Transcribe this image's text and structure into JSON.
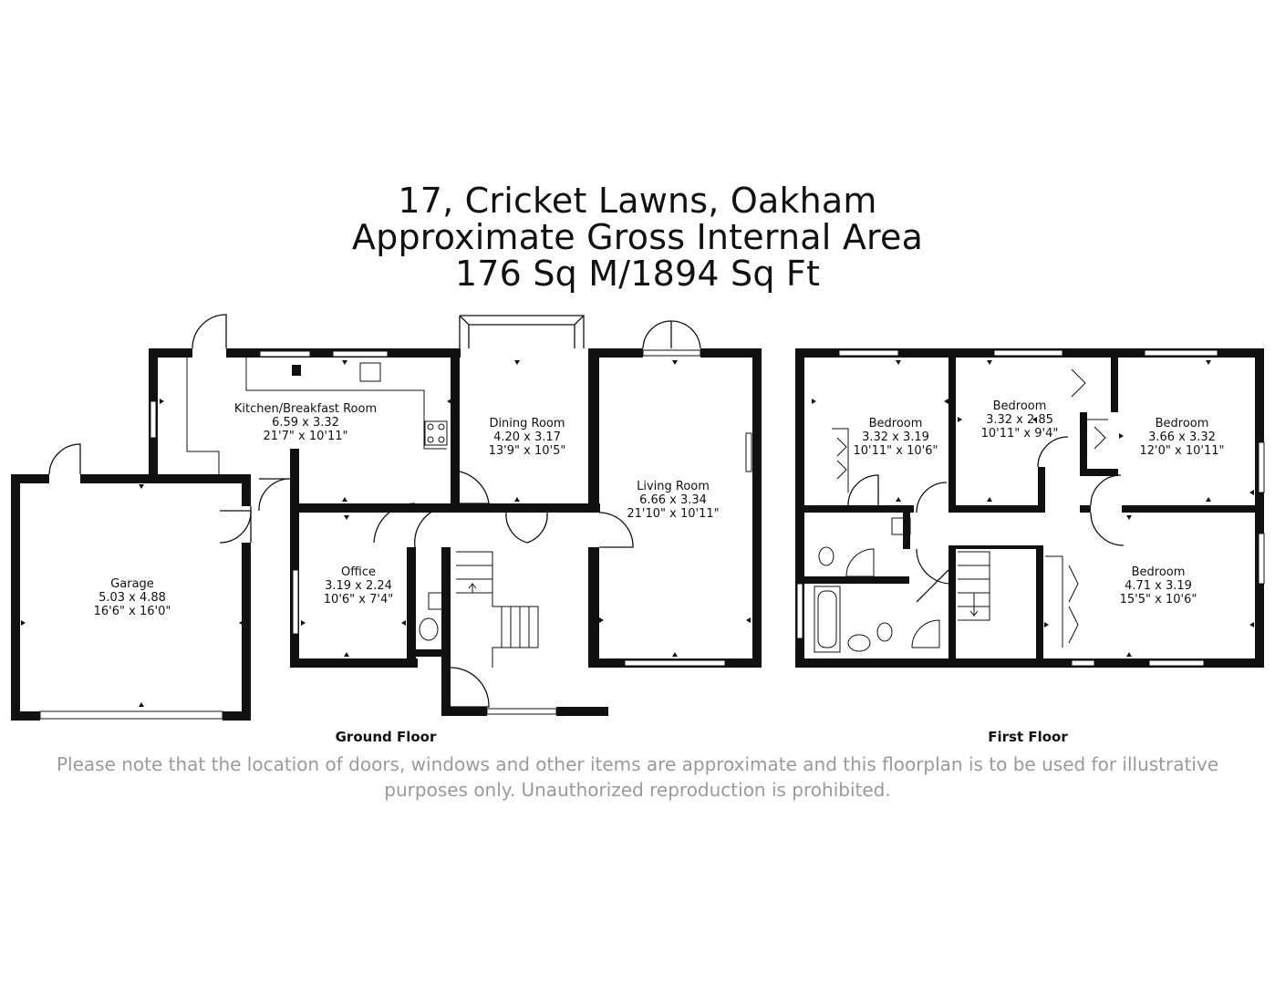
{
  "header": {
    "address": "17, Cricket Lawns, Oakham",
    "area_title": "Approximate Gross Internal Area",
    "area_value": "176 Sq M/1894 Sq Ft"
  },
  "ground_floor": {
    "label": "Ground Floor",
    "rooms": [
      {
        "key": "garage",
        "name": "Garage",
        "metric": "5.03 x 4.88",
        "imperial": "16'6\" x 16'0\""
      },
      {
        "key": "kitchen",
        "name": "Kitchen/Breakfast Room",
        "metric": "6.59 x 3.32",
        "imperial": "21'7\" x 10'11\""
      },
      {
        "key": "dining",
        "name": "Dining Room",
        "metric": "4.20 x 3.17",
        "imperial": "13'9\" x 10'5\""
      },
      {
        "key": "living",
        "name": "Living Room",
        "metric": "6.66 x 3.34",
        "imperial": "21'10\" x 10'11\""
      },
      {
        "key": "office",
        "name": "Office",
        "metric": "3.19 x 2.24",
        "imperial": "10'6\" x 7'4\""
      }
    ]
  },
  "first_floor": {
    "label": "First Floor",
    "rooms": [
      {
        "key": "bedroom1",
        "name": "Bedroom",
        "metric": "3.32 x 3.19",
        "imperial": "10'11\" x 10'6\""
      },
      {
        "key": "bedroom2",
        "name": "Bedroom",
        "metric": "3.32 x 2.85",
        "imperial": "10'11\" x 9'4\""
      },
      {
        "key": "bedroom3",
        "name": "Bedroom",
        "metric": "3.66 x 3.32",
        "imperial": "12'0\" x 10'11\""
      },
      {
        "key": "bedroom4",
        "name": "Bedroom",
        "metric": "4.71 x 3.19",
        "imperial": "15'5\" x 10'6\""
      }
    ]
  },
  "disclaimer": {
    "line1": "Please note that the location of doors, windows and other items are approximate and this floorplan is to be used for illustrative",
    "line2": "purposes only. Unauthorized reproduction is prohibited."
  },
  "colors": {
    "wall": "#111111",
    "disclaimer": "#9a9a9a",
    "background": "#ffffff"
  }
}
